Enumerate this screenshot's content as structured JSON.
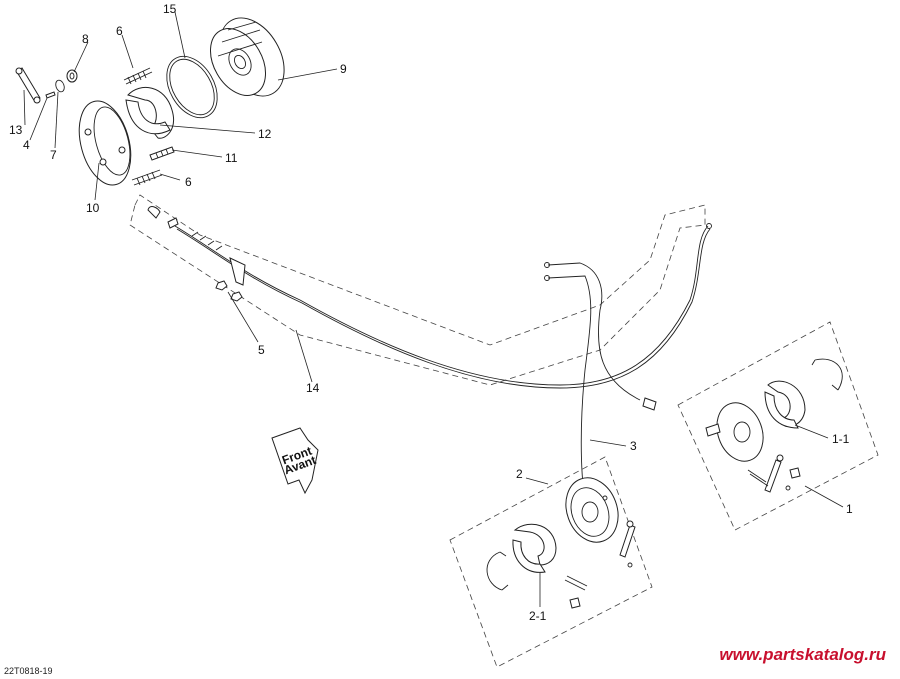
{
  "callouts": {
    "c1": "1",
    "c1_1": "1-1",
    "c2": "2",
    "c2_1": "2-1",
    "c3": "3",
    "c4": "4",
    "c5": "5",
    "c6a": "6",
    "c6b": "6",
    "c7": "7",
    "c8": "8",
    "c9": "9",
    "c10": "10",
    "c11": "11",
    "c12": "12",
    "c13": "13",
    "c14": "14",
    "c15": "15"
  },
  "front_arrow": {
    "line1": "Front",
    "line2": "Avant"
  },
  "drawing_code": "22T0818-19",
  "watermark": "www.partskatalog.ru"
}
